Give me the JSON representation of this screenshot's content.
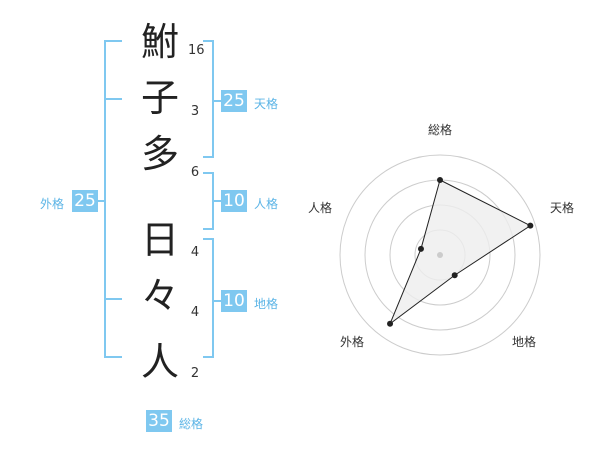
{
  "name": {
    "characters": [
      {
        "char": "鮒",
        "strokes": "16"
      },
      {
        "char": "子",
        "strokes": "3"
      },
      {
        "char": "多",
        "strokes": "6"
      },
      {
        "char": "日",
        "strokes": "4"
      },
      {
        "char": "々",
        "strokes": "4"
      },
      {
        "char": "人",
        "strokes": "2"
      }
    ]
  },
  "fortune": {
    "tenkaku": {
      "value": "25",
      "label": "天格"
    },
    "jinkaku": {
      "value": "10",
      "label": "人格"
    },
    "chikaku": {
      "value": "10",
      "label": "地格"
    },
    "gaikaku": {
      "value": "25",
      "label": "外格"
    },
    "soukaku": {
      "value": "35",
      "label": "総格"
    }
  },
  "radar": {
    "axes": [
      "総格",
      "天格",
      "地格",
      "外格",
      "人格"
    ],
    "levels": 4,
    "scores": [
      0.75,
      0.95,
      0.25,
      0.85,
      0.2
    ],
    "line_color": "#222222",
    "fill_color": "#eeeeee",
    "grid_color": "#cccccc"
  },
  "colors": {
    "accent": "#7fc8f0",
    "label": "#5bb4e6"
  }
}
